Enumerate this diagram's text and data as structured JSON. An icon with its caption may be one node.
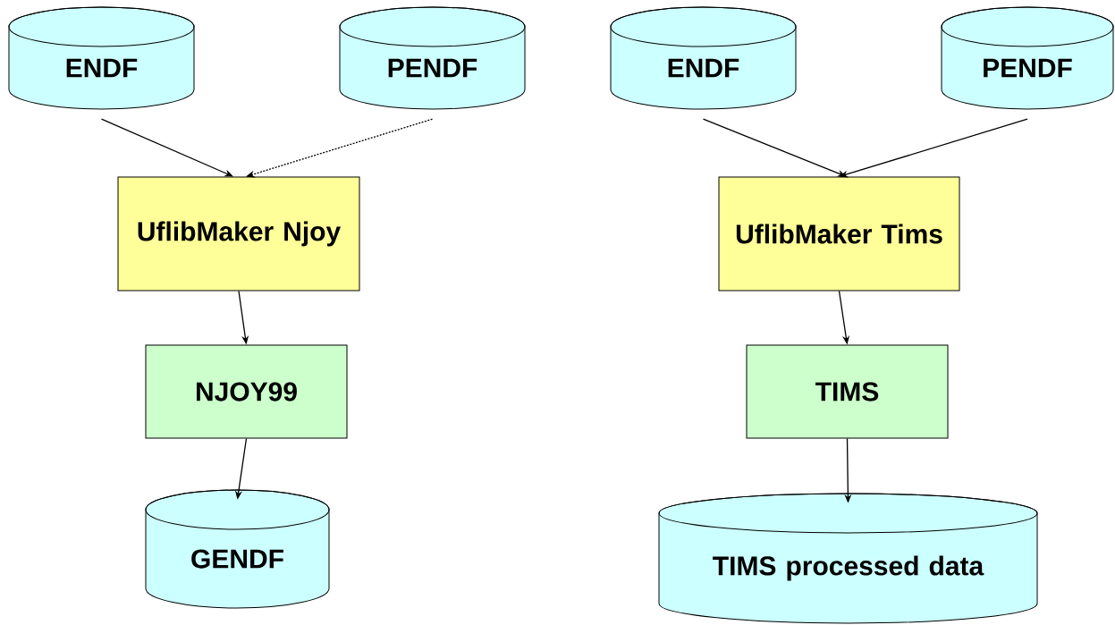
{
  "diagram": {
    "nodes": [
      {
        "text": [
          "ENDF"
        ]
      },
      {
        "text": [
          "PENDF"
        ]
      },
      {
        "text": [
          "UflibMaker Njoy"
        ]
      },
      {
        "text": [
          "NJOY99"
        ]
      },
      {
        "text": [
          "GENDF"
        ]
      },
      {
        "text": [
          "ENDF"
        ]
      },
      {
        "text": [
          "PENDF"
        ]
      },
      {
        "text": [
          "UflibMaker Tims"
        ]
      },
      {
        "text": [
          "TIMS"
        ]
      },
      {
        "text": [
          "TIMS processed data"
        ]
      }
    ],
    "edges": [
      {
        "from": 0,
        "to": 2,
        "arrow": "to"
      },
      {
        "from": 1,
        "to": 2,
        "arrow": "to",
        "style": "dashed"
      },
      {
        "from": 2,
        "to": 3,
        "arrow": "to"
      },
      {
        "from": 3,
        "to": 4,
        "arrow": "to"
      },
      {
        "from": 5,
        "to": 7,
        "arrow": "to"
      },
      {
        "from": 6,
        "to": 7,
        "arrow": "to"
      },
      {
        "from": 7,
        "to": 8,
        "arrow": "to"
      },
      {
        "from": 8,
        "to": 9,
        "arrow": "to"
      }
    ]
  }
}
